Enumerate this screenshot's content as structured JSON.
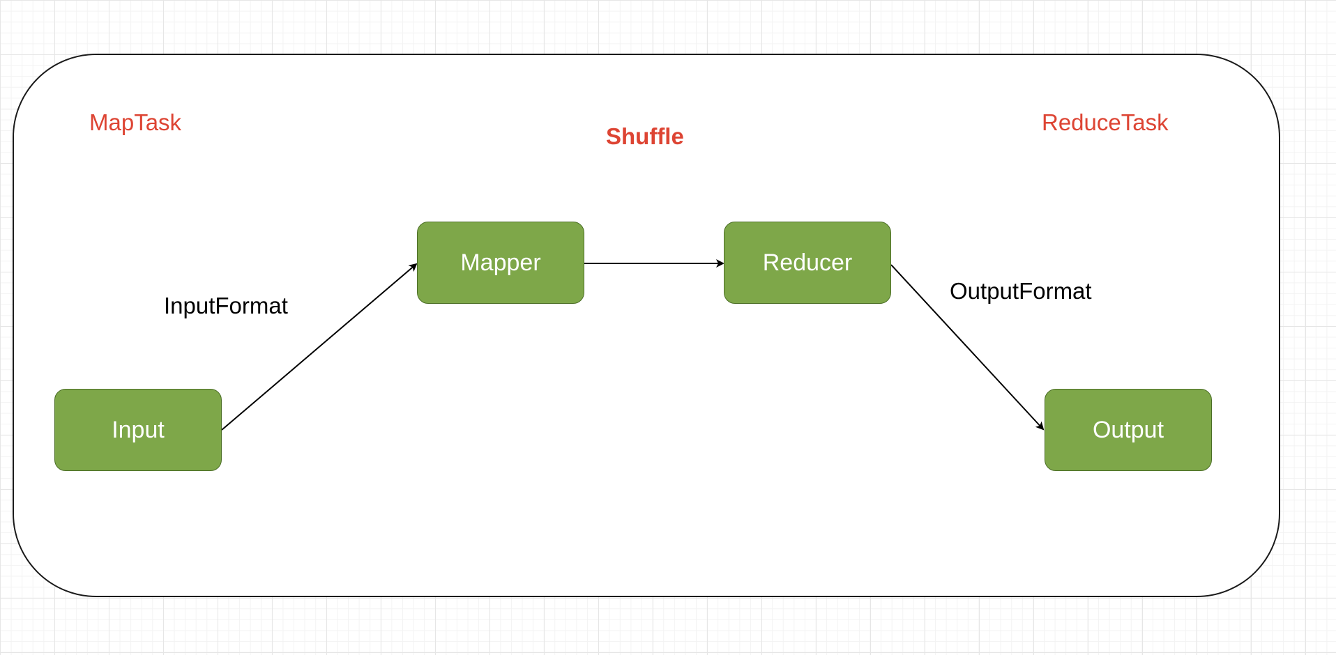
{
  "sections": {
    "map_task": "MapTask",
    "shuffle": "Shuffle",
    "reduce_task": "ReduceTask"
  },
  "nodes": {
    "input": "Input",
    "mapper": "Mapper",
    "reducer": "Reducer",
    "output": "Output"
  },
  "edge_labels": {
    "input_format": "InputFormat",
    "output_format": "OutputFormat"
  },
  "colors": {
    "node_fill": "#7ea749",
    "node_border": "#4b6e26",
    "section_label": "#dd4433",
    "edge": "#000000"
  }
}
